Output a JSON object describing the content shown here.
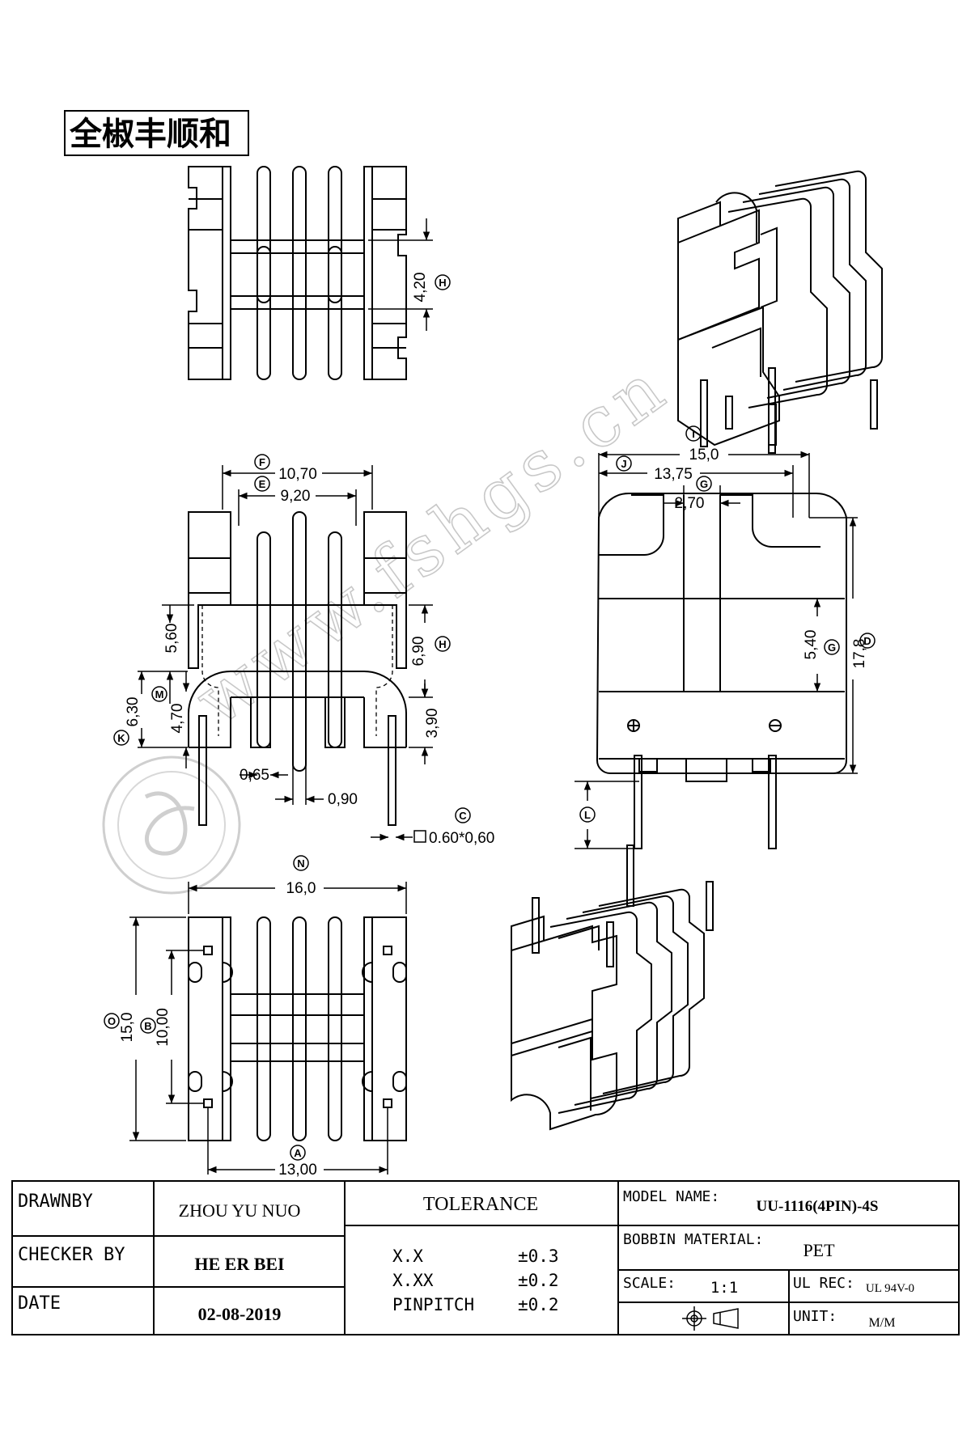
{
  "brand": "全椒丰顺和",
  "watermark": "www.fshgs.cn",
  "dimensions": {
    "top_view": {
      "h1_value": "4,20",
      "h1_tag": "H"
    },
    "front_view": {
      "f_value": "10,70",
      "f_tag": "F",
      "e_value": "9,20",
      "e_tag": "E",
      "left_5_60": "5,60",
      "m_value": "4,70",
      "m_tag": "M",
      "k_value": "6,30",
      "k_tag": "K",
      "h2_value": "6,90",
      "h2_tag": "H",
      "right_3_90": "3,90",
      "pin_065": "0,65",
      "pin_090": "0,90",
      "c_tag": "C",
      "pin_section": "0.60*0,60"
    },
    "side_view": {
      "i_value": "15,0",
      "i_tag": "I",
      "j_value": "13,75",
      "j_tag": "J",
      "g1_value": "2,70",
      "g1_tag": "G",
      "g2_value": "5,40",
      "g2_tag": "G",
      "d_value": "17,8",
      "d_tag": "D",
      "l_tag": "L"
    },
    "bottom_view": {
      "n_value": "16,0",
      "n_tag": "N",
      "o_value": "15,0",
      "o_tag": "O",
      "b_value": "10,00",
      "b_tag": "B",
      "a_value": "13,00",
      "a_tag": "A"
    }
  },
  "title_block": {
    "drawn_by_label": "DRAWNBY",
    "drawn_by_value": "ZHOU YU NUO",
    "checker_label": "CHECKER BY",
    "checker_value": "HE ER BEI",
    "date_label": "DATE",
    "date_value": "02-08-2019",
    "tolerance_label": "TOLERANCE",
    "tolerances": [
      {
        "name": "X.X",
        "value": "±0.3"
      },
      {
        "name": "X.XX",
        "value": "±0.2"
      },
      {
        "name": "PINPITCH",
        "value": "±0.2"
      }
    ],
    "model_label": "MODEL NAME:",
    "model_value": "UU-1116(4PIN)-4S",
    "material_label": "BOBBIN MATERIAL:",
    "material_value": "PET",
    "scale_label": "SCALE:",
    "scale_value": "1:1",
    "ul_label": "UL REC:",
    "ul_value": "UL 94V-0",
    "unit_label": "UNIT:",
    "unit_value": "M/M"
  }
}
